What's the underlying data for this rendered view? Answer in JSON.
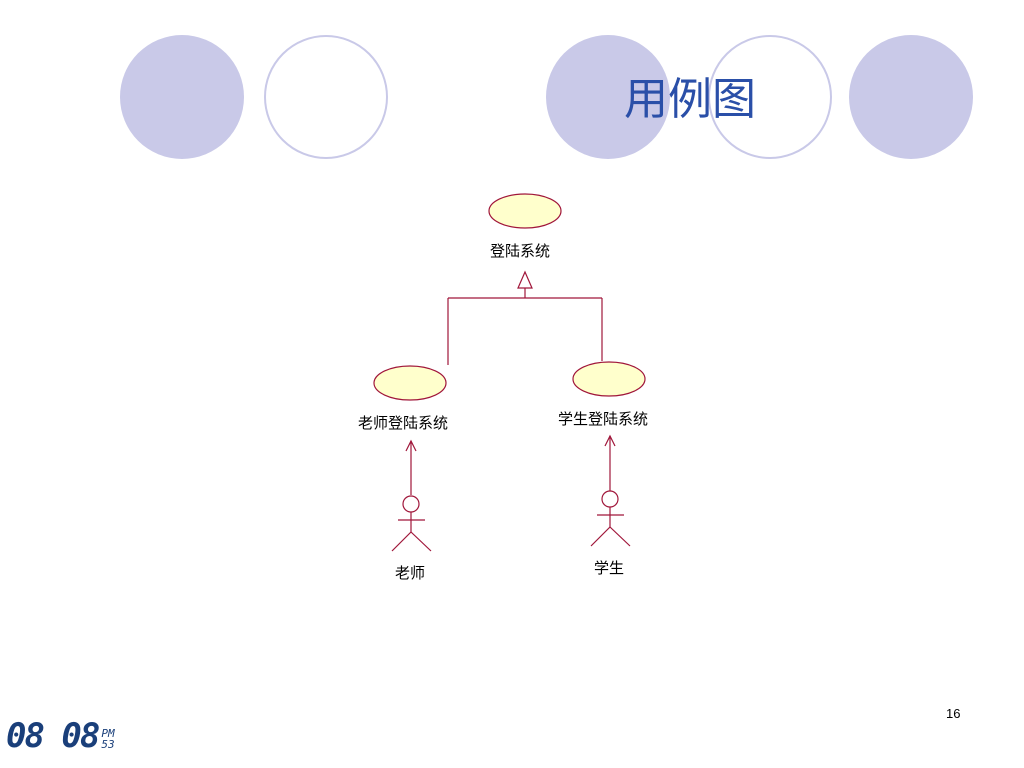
{
  "slide": {
    "title": "用例图",
    "page_number": "16"
  },
  "diagram": {
    "use_cases": {
      "parent": "登陆系统",
      "teacher": "老师登陆系统",
      "student": "学生登陆系统"
    },
    "actors": {
      "teacher": "老师",
      "student": "学生"
    }
  },
  "clock": {
    "time": "08 08",
    "ampm": "PM",
    "seconds": "53"
  },
  "colors": {
    "circle_fill": "#c9c9e8",
    "title": "#2a4fa8",
    "line": "#a0163a",
    "usecase_fill": "#ffffcc"
  }
}
